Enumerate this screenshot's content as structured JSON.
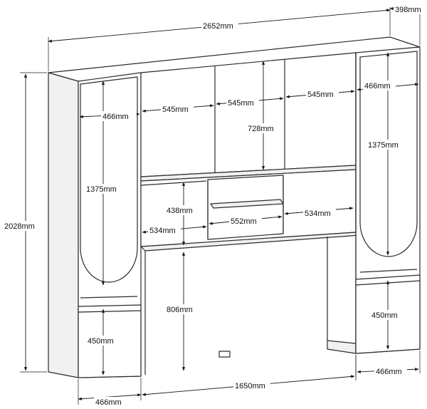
{
  "dimensions": {
    "total_width": "2652mm",
    "depth": "398mm",
    "total_height": "2028mm",
    "left_column_width_top": "466mm",
    "left_column_height": "1375mm",
    "left_drawer_height": "450mm",
    "left_base_width": "466mm",
    "top_door_width_1": "545mm",
    "top_door_width_2": "545mm",
    "top_door_width_3": "545mm",
    "top_door_height": "728mm",
    "right_column_width_top": "466mm",
    "right_column_height": "1375mm",
    "right_drawer_height": "450mm",
    "right_base_width": "466mm",
    "shelf_height": "438mm",
    "shelf_left_width": "534mm",
    "shelf_center_width": "552mm",
    "shelf_right_width": "534mm",
    "bridge_clearance": "806mm",
    "bridge_width": "1650mm"
  }
}
